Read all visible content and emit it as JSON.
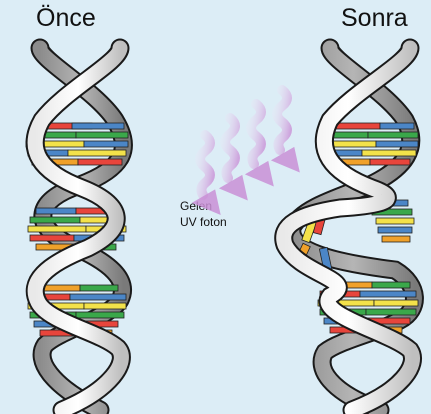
{
  "titles": {
    "before": "Önce",
    "after": "Sonra"
  },
  "uv_label": {
    "line1": "Gelen",
    "line2": "UV foton"
  },
  "colors": {
    "background": "#dcedf6",
    "strand_fill": "#b5b5b5",
    "strand_outline": "#1a1a1a",
    "base_red": "#e8453c",
    "base_green": "#3aa84a",
    "base_blue": "#4b86c7",
    "base_yellow": "#f3e24a",
    "base_orange": "#f0a12a",
    "photon_arrow": "#d9a7e0"
  },
  "icons": [
    "dna-double-helix-icon",
    "damaged-dna-helix-icon",
    "uv-photon-arrows-icon"
  ]
}
